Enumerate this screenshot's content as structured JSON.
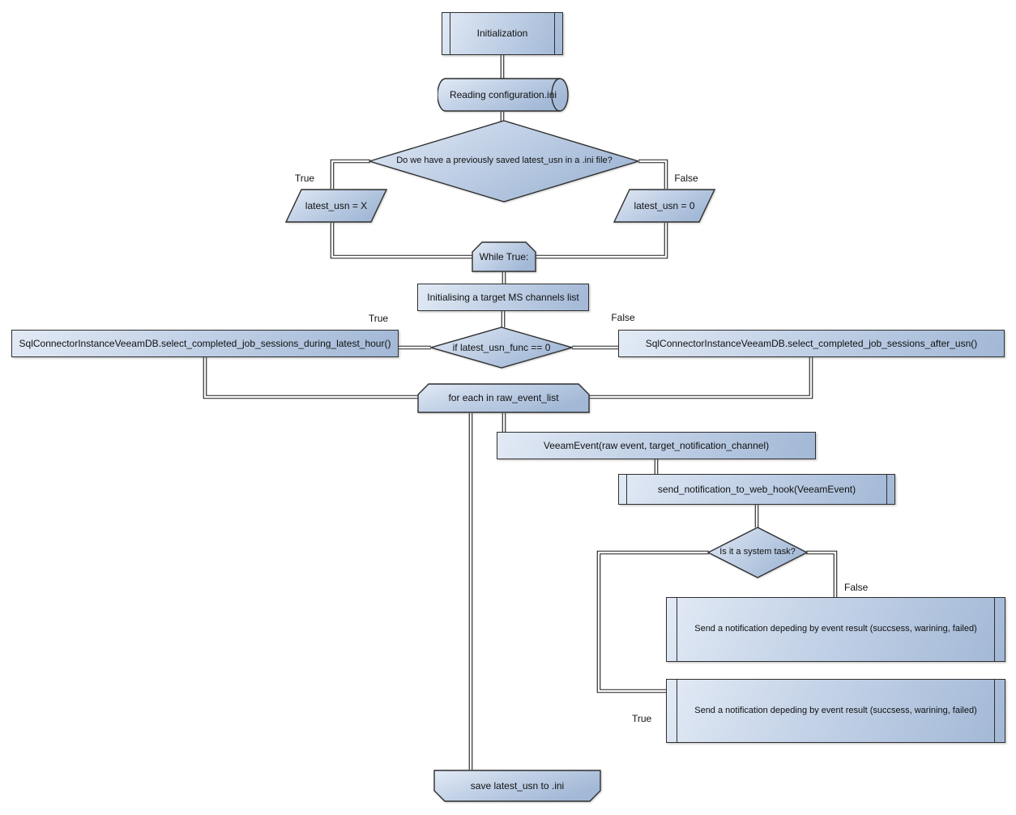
{
  "diagram": {
    "nodes": {
      "initialization": {
        "label": "Initialization",
        "shape": "subroutine"
      },
      "reading_configuration": {
        "label": "Reading configuration.ini",
        "shape": "stored-data-cylinder"
      },
      "decision_saved_usn": {
        "label": "Do we have a previously saved latest_usn in a .ini file?",
        "shape": "decision"
      },
      "latest_usn_x": {
        "label": "latest_usn = X",
        "shape": "data-parallelogram"
      },
      "latest_usn_0": {
        "label": "latest_usn = 0",
        "shape": "data-parallelogram"
      },
      "while_true": {
        "label": "While True:",
        "shape": "loop-start"
      },
      "init_channels": {
        "label": "Initialising a target MS channels list",
        "shape": "process"
      },
      "decision_usn_func": {
        "label": "if latest_usn_func == 0",
        "shape": "decision"
      },
      "select_during_hour": {
        "label": "SqlConnectorInstanceVeeamDB.select_completed_job_sessions_during_latest_hour()",
        "shape": "process"
      },
      "select_after_usn": {
        "label": "SqlConnectorInstanceVeeamDB.select_completed_job_sessions_after_usn()",
        "shape": "process"
      },
      "for_each": {
        "label": "for each in raw_event_list",
        "shape": "loop-start"
      },
      "veeam_event": {
        "label": "VeeamEvent(raw event, target_notification_channel)",
        "shape": "process"
      },
      "send_web_hook": {
        "label": "send_notification_to_web_hook(VeeamEvent)",
        "shape": "subroutine"
      },
      "decision_system_task": {
        "label": "Is it a system task?",
        "shape": "decision"
      },
      "notify_false_branch": {
        "label": "Send a notification depeding by event result (succsess, warining, failed)",
        "shape": "subroutine"
      },
      "notify_true_branch": {
        "label": "Send a notification depeding by event result (succsess, warining, failed)",
        "shape": "subroutine"
      },
      "save_usn": {
        "label": "save latest_usn to .ini",
        "shape": "loop-end"
      }
    },
    "edge_labels": {
      "d1_true": "True",
      "d1_false": "False",
      "d2_true": "True",
      "d2_false": "False",
      "d3_false": "False",
      "d3_true": "True"
    },
    "colors": {
      "fill_light": "#e2eaf5",
      "fill_dark": "#a2b8d6",
      "border": "#2f2f2f",
      "connector": "#1c1c1c",
      "background": "#ffffff"
    }
  }
}
